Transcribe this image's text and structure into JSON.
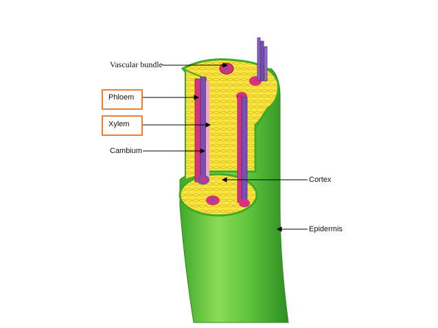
{
  "labels": {
    "vascular_bundle": "Vascular bundle",
    "phloem": "Phloem",
    "xylem": "Xylem",
    "cambium": "Cambium",
    "cortex": "Cortex",
    "epidermis": "Epidermis"
  },
  "highlighted_labels": [
    "Phloem",
    "Xylem"
  ],
  "colors": {
    "epidermis": "#4CB82E",
    "epidermis_light": "#8CDB5A",
    "cortex": "#F6E23A",
    "cortex_cells": "#E0B820",
    "phloem": "#D6337A",
    "xylem": "#7A4FB5",
    "highlight_box": "#ED7D31",
    "leader_line": "#000000"
  }
}
